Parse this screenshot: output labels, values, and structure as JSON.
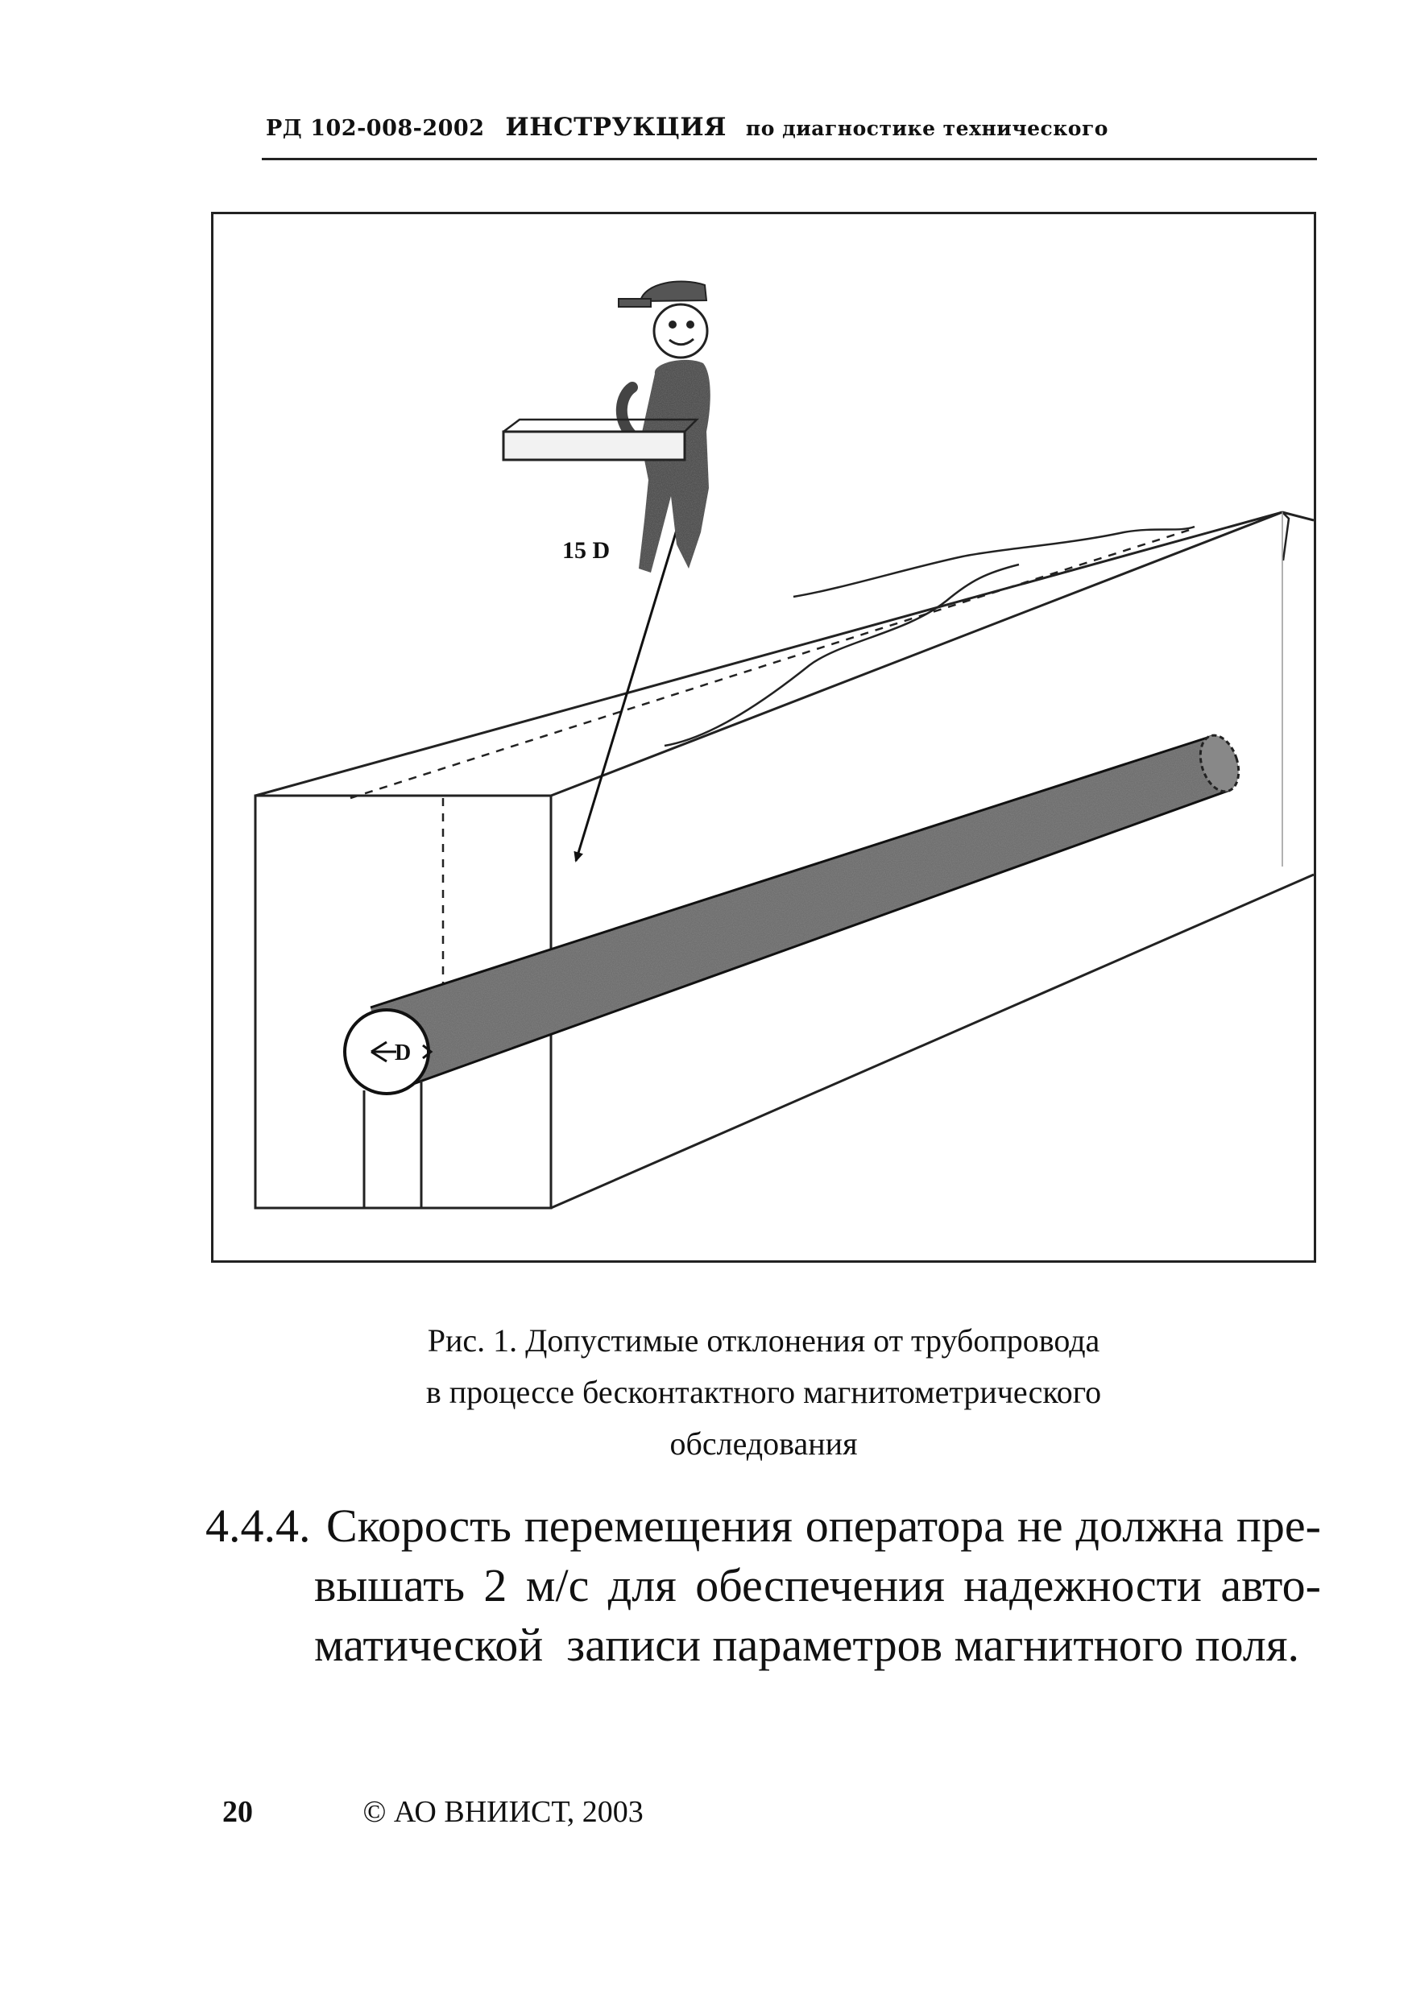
{
  "header": {
    "doc_code": "РД 102-008-2002",
    "title_bold": "ИНСТРУКЦИЯ",
    "title_rest": "по диагностике технического"
  },
  "figure": {
    "distance_label": "15 D",
    "diameter_label": "D",
    "caption_lines": [
      "Рис. 1. Допустимые отклонения от трубопровода",
      "в процессе бесконтактного магнитометрического",
      "обследования"
    ]
  },
  "clause": {
    "number": "4.4.4.",
    "line1_words": [
      "Скорость",
      "перемещения",
      "оператора",
      "не",
      "должна",
      "пре-"
    ],
    "line2_words": [
      "вышать",
      "2",
      "м/с",
      "для",
      "обеспечения",
      "надежности",
      "авто-"
    ],
    "line3": "матической  записи параметров магнитного поля."
  },
  "footer": {
    "page_number": "20",
    "copyright": "© АО ВНИИСТ, 2003"
  }
}
